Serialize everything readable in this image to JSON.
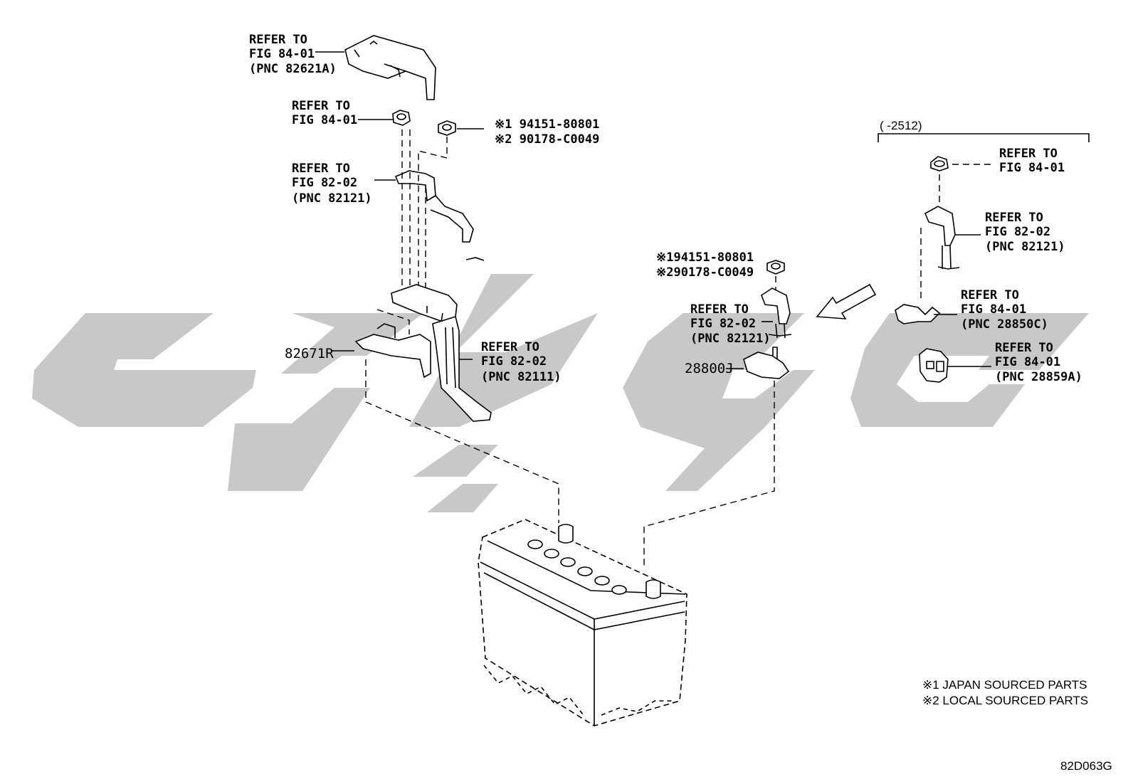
{
  "watermark": {
    "color": "#c8c8c8"
  },
  "labels": {
    "top_cover": {
      "line1": "REFER TO",
      "line2": "FIG 84-01",
      "line3": "(PNC 82621A)"
    },
    "nut_left": {
      "line1": "REFER TO",
      "line2": "FIG 84-01"
    },
    "nut_codes_top": {
      "line1": "※1 94151-80801",
      "line2": "※2 90178-C0049"
    },
    "clamp_left": {
      "line1": "REFER TO",
      "line2": "FIG 82-02",
      "line3": "(PNC 82121)"
    },
    "bracket": {
      "part_no": "82671R"
    },
    "cable_left": {
      "line1": "REFER TO",
      "line2": "FIG 82-02",
      "line3": "(PNC 82111)"
    },
    "nut_codes_mid": {
      "line1": "※194151-80801",
      "line2": "※290178-C0049"
    },
    "clamp_mid": {
      "line1": "REFER TO",
      "line2": "FIG 82-02",
      "line3": "(PNC 82121)"
    },
    "terminal": {
      "part_no": "28800J"
    },
    "range_label": "(      -2512)",
    "nut_right": {
      "line1": "REFER TO",
      "line2": "FIG 84-01"
    },
    "clamp_right": {
      "line1": "REFER TO",
      "line2": "FIG 82-02",
      "line3": "(PNC 82121)"
    },
    "sensor_right": {
      "line1": "REFER TO",
      "line2": "FIG 84-01",
      "line3": "(PNC 28850C)"
    },
    "connector_right": {
      "line1": "REFER TO",
      "line2": "FIG 84-01",
      "line3": "(PNC 28859A)"
    }
  },
  "notes": {
    "note1": "※1 JAPAN SOURCED PARTS",
    "note2": "※2 LOCAL SOURCED PARTS"
  },
  "figure_code": "82D063G"
}
